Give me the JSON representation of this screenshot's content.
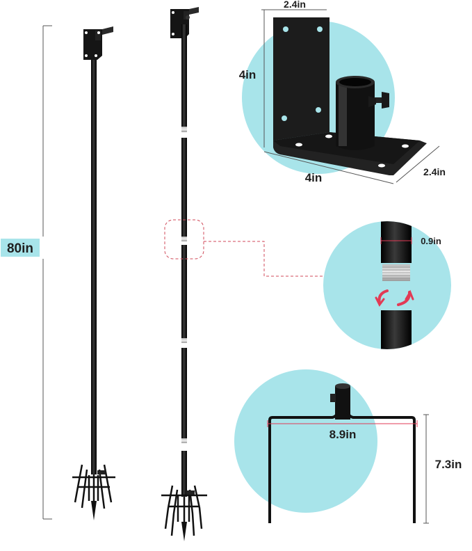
{
  "colors": {
    "background": "#ffffff",
    "circle": "#a8e4ea",
    "metal": "#111111",
    "dimension_line": "#555555",
    "highlight_dash": "#d04a5a",
    "rotate_arrow": "#e23a55"
  },
  "dimensions": {
    "overall_height": "80in",
    "bracket_width_top": "2.4in",
    "bracket_height": "4in",
    "bracket_base_length": "4in",
    "bracket_base_depth": "2.4in",
    "pole_diameter": "0.9in",
    "stake_width": "8.9in",
    "stake_height": "7.3in"
  },
  "icons": [
    "rotate-arrows-icon"
  ]
}
